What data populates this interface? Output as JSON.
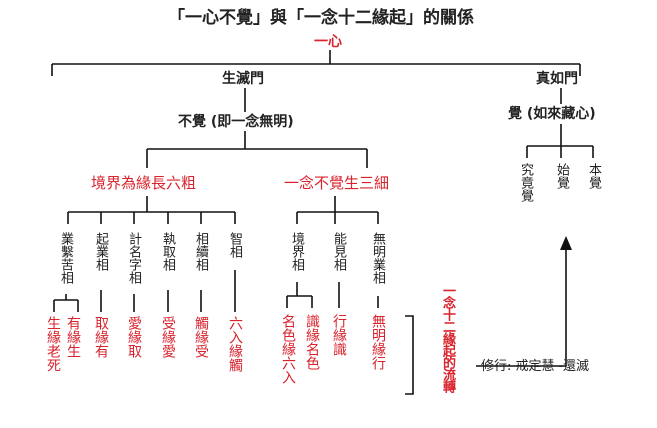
{
  "title": "「一心不覺」與「一念十二緣起」的關係",
  "root": "一心",
  "branches": {
    "left": "生滅門",
    "right": "真如門"
  },
  "nodes": {
    "bujue": "不覺 (即一念無明)",
    "jue": "覺 (如來藏心)",
    "six_coarse": "境界為緣長六粗",
    "three_subtle": "一念不覺生三細"
  },
  "jue_children": [
    "究竟覺",
    "始覺",
    "本覺"
  ],
  "six_coarse_items": [
    "業繫苦相",
    "起業相",
    "計名字相",
    "執取相",
    "相續相",
    "智相"
  ],
  "three_subtle_items": [
    "境界相",
    "能見相",
    "無明業相"
  ],
  "links": [
    "有緣生",
    "生緣老死",
    "取緣有",
    "愛緣取",
    "受緣愛",
    "觸緣受",
    "六入緣觸",
    "識緣名色",
    "名色緣六入",
    "行緣識",
    "無明緣行"
  ],
  "twelve_label": "一念十二緣起的流轉",
  "practice": "修行: 戒定慧 -還滅",
  "colors": {
    "line": "#111111",
    "black_text": "#222222",
    "red_text": "#d9232d"
  }
}
